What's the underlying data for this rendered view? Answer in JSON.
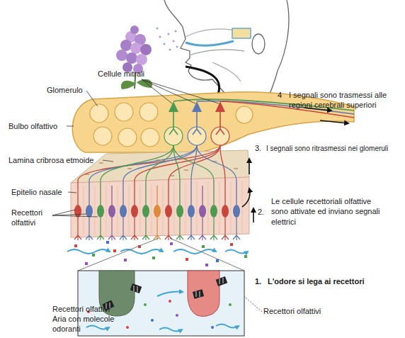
{
  "diagram": {
    "labels": [
      "Cellule mitrali",
      "Glomerulo",
      "4",
      "I segnali sono trasmessi alle regioni cerebrali superiori",
      "Bulbo olfattivo",
      "3.",
      "I segnali sono ritrasmessi nei glomeruli",
      "Lamina cribrosa etmoide",
      "Epitelio nasale",
      "2.",
      "Le cellule recettoriali olfattive sono attivate ed inviano segnali elettrici",
      "Recettori olfattivi",
      "1.",
      "L'odore si lega ai recettori",
      "Recettori olfattivi",
      "Aria con molecole odoranti",
      "Recettori olfattivi"
    ]
  }
}
